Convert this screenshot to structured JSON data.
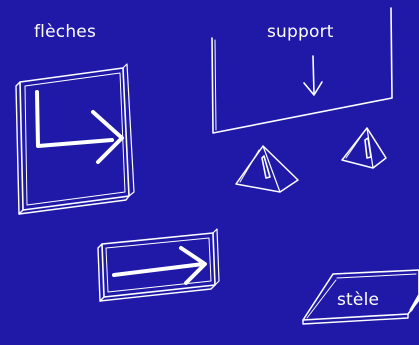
{
  "labels": {
    "arrows": "flèches",
    "support": "support",
    "stele": "stèle"
  },
  "colors": {
    "background": "#2019a8",
    "ink": "#ffffff"
  }
}
